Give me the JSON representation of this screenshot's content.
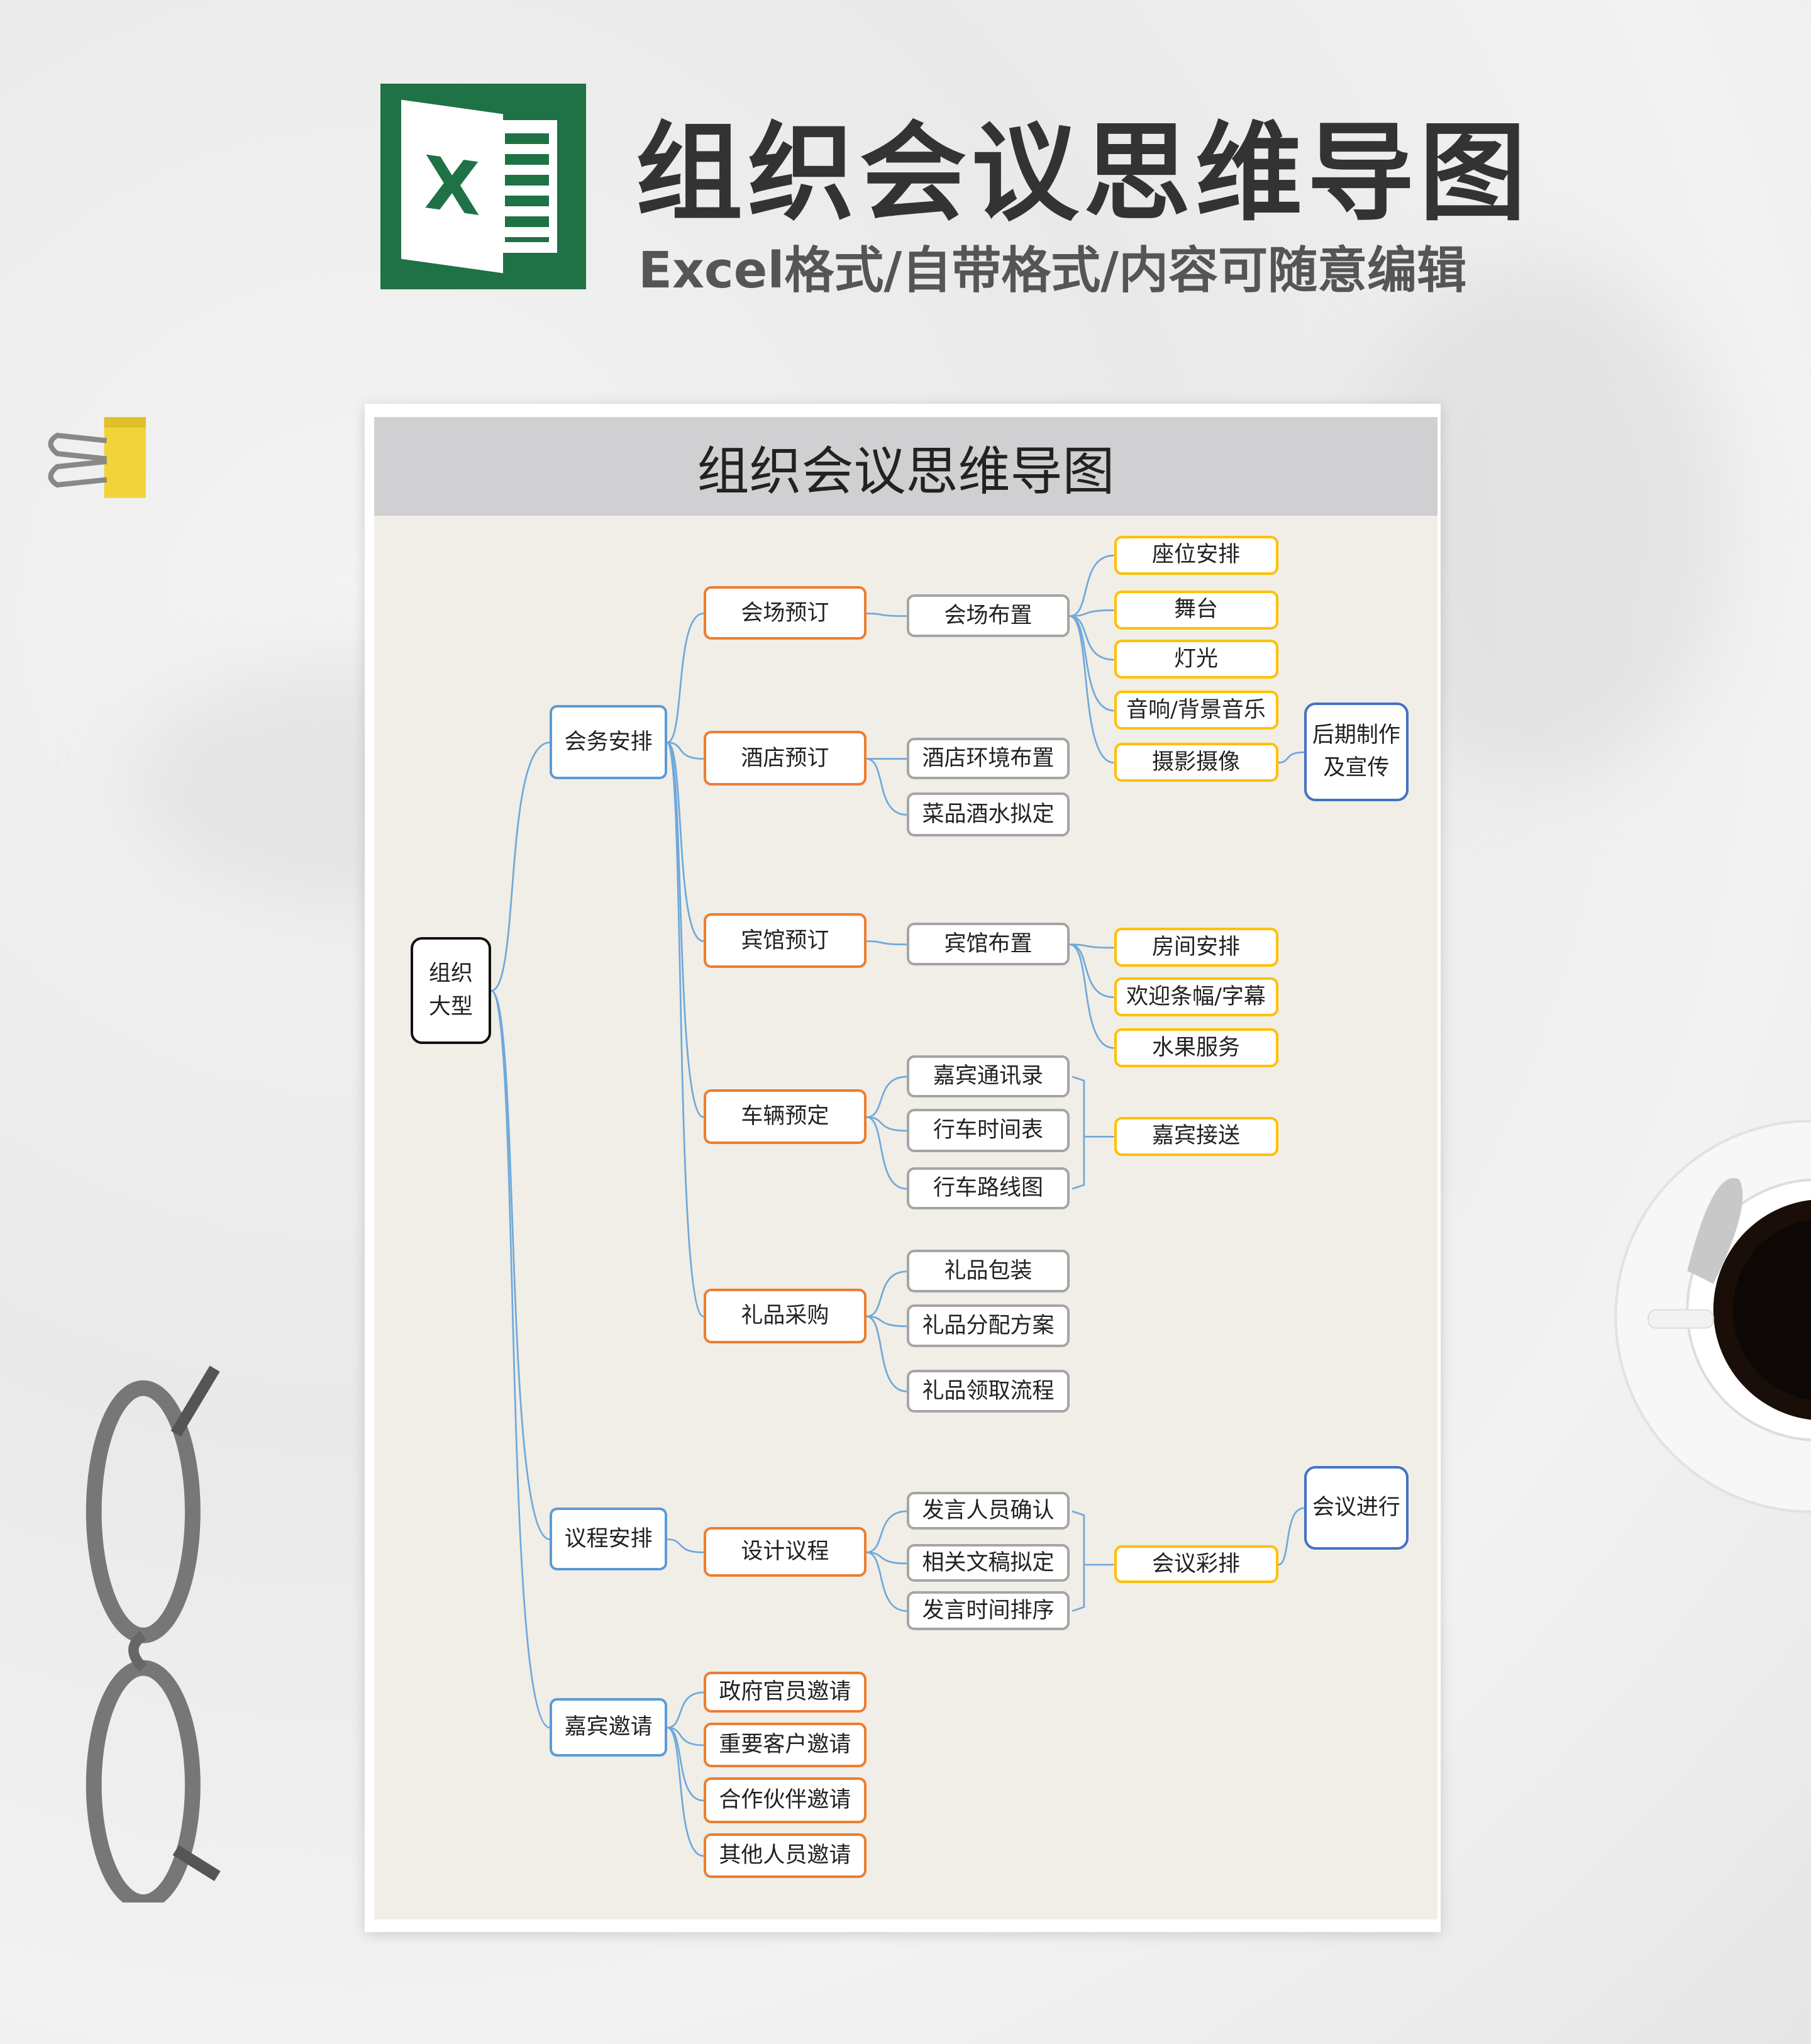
{
  "header": {
    "logo_letter": "X",
    "title": "组织会议思维导图",
    "subtitle": "Excel格式/自带格式/内容可随意编辑"
  },
  "sheet": {
    "title": "组织会议思维导图"
  },
  "colors": {
    "excel_green": "#1f7246",
    "level1": "#5b9bd5",
    "level2": "#ed7d31",
    "level3": "#a5a5a5",
    "level4": "#ffc000",
    "level5": "#4472c4",
    "connector": "#6fa8dc"
  },
  "mindmap": {
    "nodes": [
      {
        "id": "root",
        "label": "组织\n大型",
        "level": 0
      },
      {
        "id": "hwap",
        "label": "会务安排",
        "level": 1
      },
      {
        "id": "ycap",
        "label": "议程安排",
        "level": 1
      },
      {
        "id": "jbyq",
        "label": "嘉宾邀请",
        "level": 1
      },
      {
        "id": "hcyd",
        "label": "会场预订",
        "level": 2
      },
      {
        "id": "jdyd",
        "label": "酒店预订",
        "level": 2
      },
      {
        "id": "bgyd",
        "label": "宾馆预订",
        "level": 2
      },
      {
        "id": "clyd",
        "label": "车辆预定",
        "level": 2
      },
      {
        "id": "lpcg",
        "label": "礼品采购",
        "level": 2
      },
      {
        "id": "sjyc",
        "label": "设计议程",
        "level": 2
      },
      {
        "id": "zfgy",
        "label": "政府官员邀请",
        "level": 2
      },
      {
        "id": "zykh",
        "label": "重要客户邀请",
        "level": 2
      },
      {
        "id": "hzhb",
        "label": "合作伙伴邀请",
        "level": 2
      },
      {
        "id": "qtry",
        "label": "其他人员邀请",
        "level": 2
      },
      {
        "id": "hcbz",
        "label": "会场布置",
        "level": 3
      },
      {
        "id": "jdhj",
        "label": "酒店环境布置",
        "level": 3
      },
      {
        "id": "cpjs",
        "label": "菜品酒水拟定",
        "level": 3
      },
      {
        "id": "bgbz",
        "label": "宾馆布置",
        "level": 3
      },
      {
        "id": "jbtx",
        "label": "嘉宾通讯录",
        "level": 3
      },
      {
        "id": "xcsj",
        "label": "行车时间表",
        "level": 3
      },
      {
        "id": "xclx",
        "label": "行车路线图",
        "level": 3
      },
      {
        "id": "lpbz",
        "label": "礼品包装",
        "level": 3
      },
      {
        "id": "lpfp",
        "label": "礼品分配方案",
        "level": 3
      },
      {
        "id": "lplq",
        "label": "礼品领取流程",
        "level": 3
      },
      {
        "id": "fyqr",
        "label": "发言人员确认",
        "level": 3
      },
      {
        "id": "xgwg",
        "label": "相关文稿拟定",
        "level": 3
      },
      {
        "id": "fysj",
        "label": "发言时间排序",
        "level": 3
      },
      {
        "id": "zwap",
        "label": "座位安排",
        "level": 4
      },
      {
        "id": "wt",
        "label": "舞台",
        "level": 4
      },
      {
        "id": "dg",
        "label": "灯光",
        "level": 4
      },
      {
        "id": "yx",
        "label": "音响/背景音乐",
        "level": 4
      },
      {
        "id": "sysx",
        "label": "摄影摄像",
        "level": 4
      },
      {
        "id": "fjap",
        "label": "房间安排",
        "level": 4
      },
      {
        "id": "hytf",
        "label": "欢迎条幅/字幕",
        "level": 4
      },
      {
        "id": "sgfw",
        "label": "水果服务",
        "level": 4
      },
      {
        "id": "jbjs",
        "label": "嘉宾接送",
        "level": 4
      },
      {
        "id": "hycp",
        "label": "会议彩排",
        "level": 4
      },
      {
        "id": "hqzz",
        "label": "后期制作\n及宣传",
        "level": 5
      },
      {
        "id": "hyjx",
        "label": "会议进行",
        "level": 5
      }
    ],
    "edges": [
      [
        "root",
        "hwap"
      ],
      [
        "root",
        "ycap"
      ],
      [
        "root",
        "jbyq"
      ],
      [
        "hwap",
        "hcyd"
      ],
      [
        "hwap",
        "jdyd"
      ],
      [
        "hwap",
        "bgyd"
      ],
      [
        "hwap",
        "clyd"
      ],
      [
        "hwap",
        "lpcg"
      ],
      [
        "ycap",
        "sjyc"
      ],
      [
        "jbyq",
        "zfgy"
      ],
      [
        "jbyq",
        "zykh"
      ],
      [
        "jbyq",
        "hzhb"
      ],
      [
        "jbyq",
        "qtry"
      ],
      [
        "hcyd",
        "hcbz"
      ],
      [
        "jdyd",
        "jdhj"
      ],
      [
        "jdyd",
        "cpjs"
      ],
      [
        "bgyd",
        "bgbz"
      ],
      [
        "clyd",
        "jbtx"
      ],
      [
        "clyd",
        "xcsj"
      ],
      [
        "clyd",
        "xclx"
      ],
      [
        "lpcg",
        "lpbz"
      ],
      [
        "lpcg",
        "lpfp"
      ],
      [
        "lpcg",
        "lplq"
      ],
      [
        "sjyc",
        "fyqr"
      ],
      [
        "sjyc",
        "xgwg"
      ],
      [
        "sjyc",
        "fysj"
      ],
      [
        "hcbz",
        "zwap"
      ],
      [
        "hcbz",
        "wt"
      ],
      [
        "hcbz",
        "dg"
      ],
      [
        "hcbz",
        "yx"
      ],
      [
        "hcbz",
        "sysx"
      ],
      [
        "bgbz",
        "fjap"
      ],
      [
        "bgbz",
        "hytf"
      ],
      [
        "bgbz",
        "sgfw"
      ],
      [
        "sysx",
        "hqzz"
      ],
      [
        "hycp",
        "hyjx"
      ]
    ],
    "brackets": [
      {
        "from": [
          "jbtx",
          "xcsj",
          "xclx"
        ],
        "to": "jbjs"
      },
      {
        "from": [
          "fyqr",
          "xgwg",
          "fysj"
        ],
        "to": "hycp"
      }
    ]
  }
}
